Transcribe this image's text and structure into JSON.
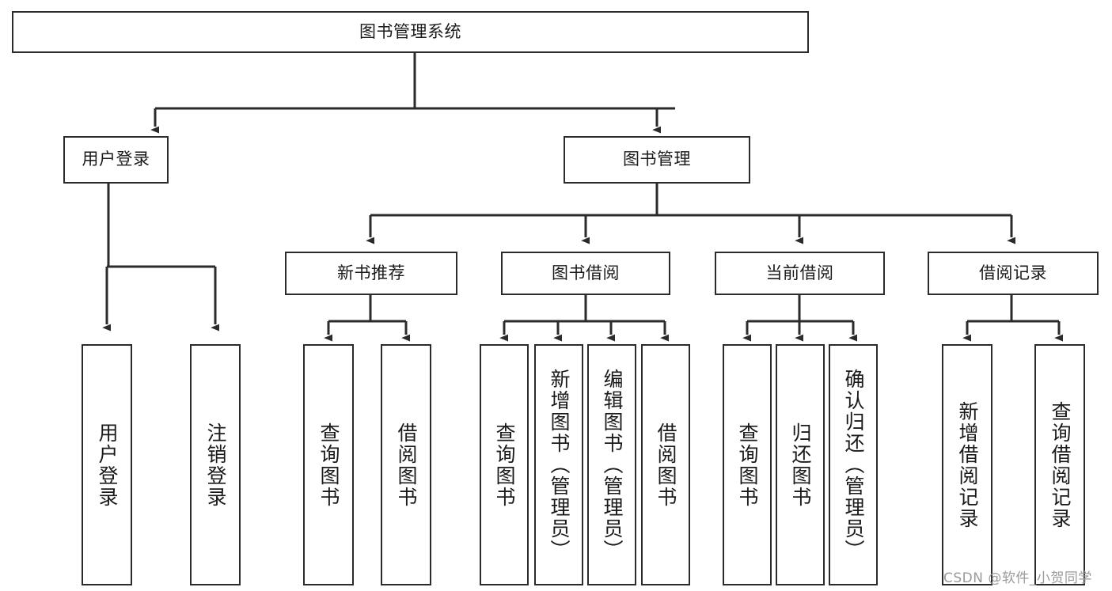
{
  "diagram": {
    "type": "tree-hierarchy",
    "title": "图书管理系统",
    "orientation": "top-down",
    "colors": {
      "border": "#2b2b2b",
      "box_fill": "#ffffff",
      "text": "#1a1a1a",
      "edge": "#2b2b2b",
      "watermark": "#9a9a9a",
      "background": "#ffffff"
    }
  },
  "nodes": {
    "root": {
      "id": "root",
      "label": "图书管理系统"
    },
    "level1": [
      {
        "id": "user-login",
        "label": "用户登录"
      },
      {
        "id": "book-management",
        "label": "图书管理"
      }
    ],
    "level2": [
      {
        "id": "new-book-recommend",
        "label": "新书推荐",
        "parent": "book-management"
      },
      {
        "id": "book-borrow",
        "label": "图书借阅",
        "parent": "book-management"
      },
      {
        "id": "current-borrow",
        "label": "当前借阅",
        "parent": "book-management"
      },
      {
        "id": "borrow-record",
        "label": "借阅记录",
        "parent": "book-management"
      }
    ],
    "leaves": [
      {
        "id": "leaf-user-login",
        "label": "用户登录",
        "parent": "user-login"
      },
      {
        "id": "leaf-user-logout",
        "label": "注销登录",
        "parent": "user-login"
      },
      {
        "id": "leaf-query-book-1",
        "label": "查询图书",
        "parent": "new-book-recommend"
      },
      {
        "id": "leaf-borrow-book-1",
        "label": "借阅图书",
        "parent": "new-book-recommend"
      },
      {
        "id": "leaf-query-book-2",
        "label": "查询图书",
        "parent": "book-borrow"
      },
      {
        "id": "leaf-add-book",
        "label": "新增图书（管理员）",
        "parent": "book-borrow"
      },
      {
        "id": "leaf-edit-book",
        "label": "编辑图书（管理员）",
        "parent": "book-borrow"
      },
      {
        "id": "leaf-borrow-book-2",
        "label": "借阅图书",
        "parent": "book-borrow"
      },
      {
        "id": "leaf-query-book-3",
        "label": "查询图书",
        "parent": "current-borrow"
      },
      {
        "id": "leaf-return-book",
        "label": "归还图书",
        "parent": "current-borrow"
      },
      {
        "id": "leaf-confirm-return",
        "label": "确认归还（管理员）",
        "parent": "current-borrow"
      },
      {
        "id": "leaf-add-record",
        "label": "新增借阅记录",
        "parent": "borrow-record"
      },
      {
        "id": "leaf-query-record",
        "label": "查询借阅记录",
        "parent": "borrow-record"
      }
    ]
  },
  "watermark": {
    "text": "CSDN @软件_小贺同学"
  }
}
